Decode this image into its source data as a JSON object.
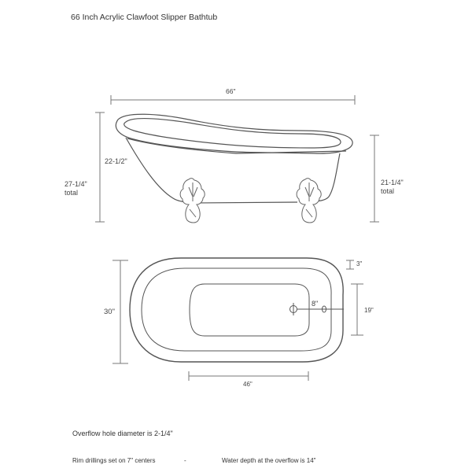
{
  "title": "66 Inch Acrylic Clawfoot Slipper Bathtub",
  "side_view": {
    "length_label": "66\"",
    "tub_height_label": "22-1/2\"",
    "total_height_left": {
      "value": "27-1/4\"",
      "suffix": "total"
    },
    "total_height_right": {
      "value": "21-1/4\"",
      "suffix": "total"
    }
  },
  "top_view": {
    "width_label": "30\"",
    "rim_width_label": "3\"",
    "inner_width_label": "19\"",
    "drain_to_overflow_label": "8\"",
    "bottom_length_label": "46\""
  },
  "notes": {
    "overflow": "Overflow hole diameter is 2-1/4\"",
    "rim_drillings": "Rim drillings set on 7\" centers",
    "separator": "-",
    "water_depth": "Water depth at the overflow is 14\""
  },
  "colors": {
    "line": "#555555",
    "dim_line": "#777777",
    "text": "#333333"
  }
}
